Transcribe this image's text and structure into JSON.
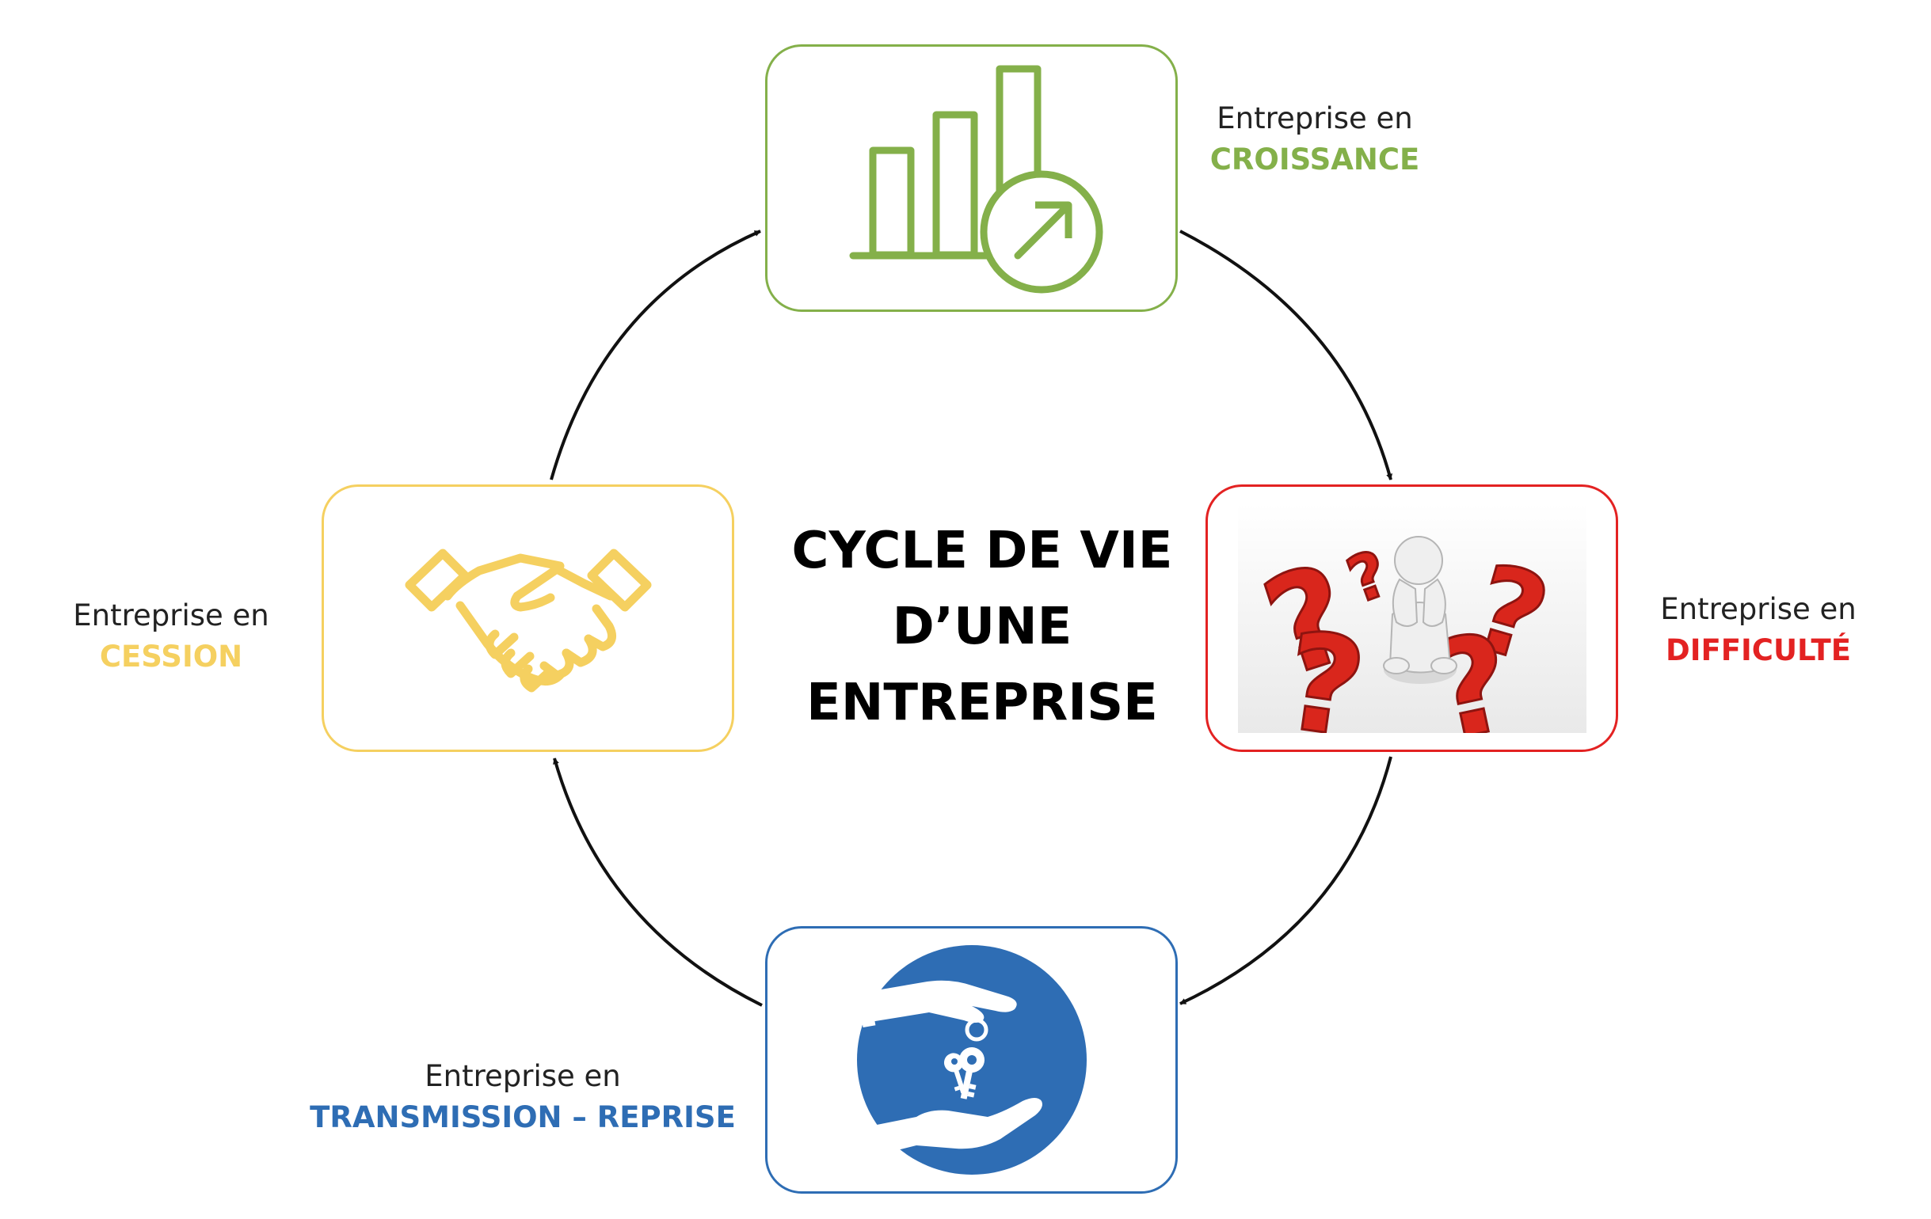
{
  "title": {
    "line1": "CYCLE DE VIE",
    "line2": "D’UNE",
    "line3": "ENTREPRISE"
  },
  "stages": {
    "growth": {
      "prefix": "Entreprise en",
      "keyword": "CROISSANCE",
      "color": "#84b04a",
      "icon": "bar-chart-growth-icon"
    },
    "difficulty": {
      "prefix": "Entreprise en",
      "keyword": "DIFFICULTÉ",
      "color": "#e32222",
      "icon": "question-marks-person-icon"
    },
    "transmission": {
      "prefix": "Entreprise en",
      "keyword": "TRANSMISSION – REPRISE",
      "color": "#2e6db4",
      "icon": "hands-keys-icon"
    },
    "cession": {
      "prefix": "Entreprise en",
      "keyword": "CESSION",
      "color": "#f5d060",
      "icon": "handshake-icon"
    }
  },
  "colors": {
    "arrow": "#111111",
    "growth_border": "#84b04a",
    "difficulty_border": "#e32222",
    "transmission_border": "#2e6db4",
    "cession_border": "#f5d060"
  }
}
